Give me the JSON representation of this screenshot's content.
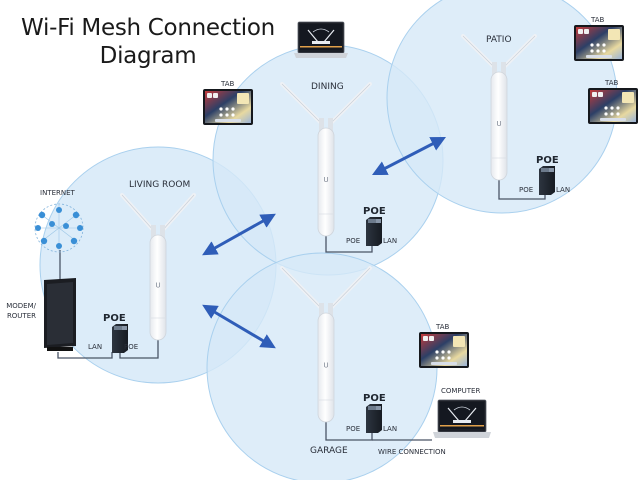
{
  "title": {
    "line1": "Wi-Fi Mesh Connection",
    "line2": "Diagram"
  },
  "colors": {
    "coverage_fill": "#d6e9f8",
    "coverage_overlap": "#bcd9f2",
    "coverage_edge": "#9cc8ea",
    "arrow": "#2f5db8",
    "cable": "#4a5566",
    "poe_body": "#1f2630",
    "router_body": "#1b1d22",
    "node_body": "#f7f8fa",
    "text": "#2a2f3a"
  },
  "rooms": [
    {
      "id": "living-room",
      "label": "LIVING ROOM"
    },
    {
      "id": "dining",
      "label": "DINING"
    },
    {
      "id": "patio",
      "label": "PATIO"
    },
    {
      "id": "garage",
      "label": "GARAGE"
    }
  ],
  "internet": {
    "label": "INTERNET"
  },
  "modem": {
    "label_line1": "MODEM/",
    "label_line2": "ROUTER"
  },
  "poe_units": [
    {
      "room": "living-room",
      "title": "POE",
      "left_port": "LAN",
      "right_port": "POE"
    },
    {
      "room": "dining",
      "title": "POE",
      "left_port": "POE",
      "right_port": "LAN"
    },
    {
      "room": "patio",
      "title": "POE",
      "left_port": "POE",
      "right_port": "LAN"
    },
    {
      "room": "garage",
      "title": "POE",
      "left_port": "POE",
      "right_port": "LAN"
    }
  ],
  "devices": {
    "tab_label": "TAB",
    "computer_label": "COMPUTER",
    "wire_label": "WIRE CONNECTION"
  },
  "node_logo": "U"
}
